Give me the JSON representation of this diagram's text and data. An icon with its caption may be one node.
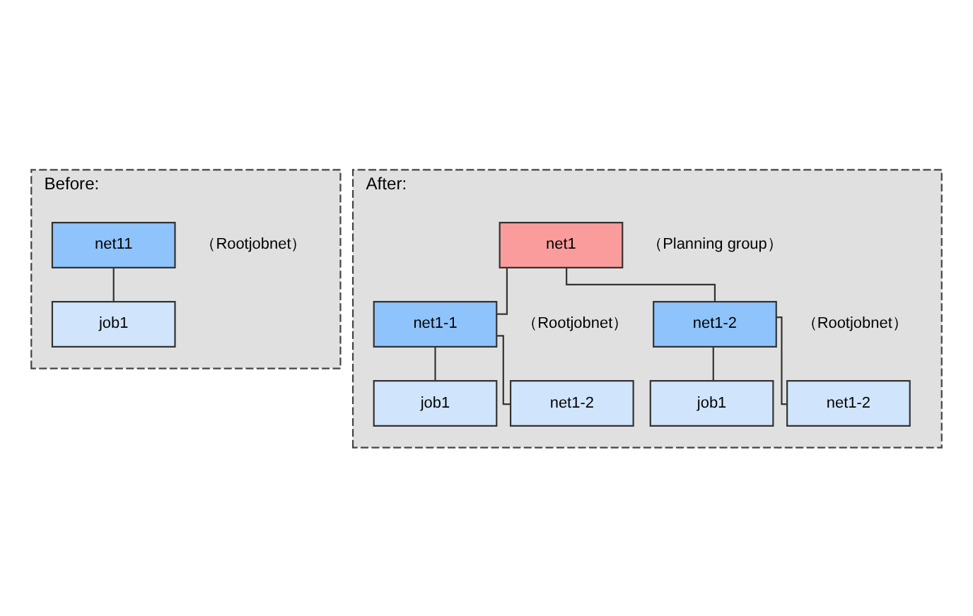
{
  "diagram": {
    "nodes": [
      {
        "text": [
          "Before:"
        ]
      },
      {
        "text": [
          "net11"
        ],
        "in": 0,
        "beside": [
          "（Rootjobnet）"
        ]
      },
      {
        "text": [
          "job1"
        ],
        "in": 0
      },
      {
        "text": [
          "After:"
        ]
      },
      {
        "text": [
          "net1"
        ],
        "in": 3,
        "beside": [
          "（Planning group）"
        ]
      },
      {
        "text": [
          "net1-1"
        ],
        "in": 3,
        "beside": [
          "（Rootjobnet）"
        ]
      },
      {
        "text": [
          "job1"
        ],
        "in": 3
      },
      {
        "text": [
          "net1-2"
        ],
        "in": 3
      },
      {
        "text": [
          "net1-2"
        ],
        "in": 3,
        "beside": [
          "（Rootjobnet）"
        ]
      },
      {
        "text": [
          "job1"
        ],
        "in": 3
      },
      {
        "text": [
          "net1-2"
        ],
        "in": 3
      }
    ],
    "edges": [
      {
        "from": 1,
        "to": 2,
        "arrow": "none"
      },
      {
        "from": 4,
        "to": 5,
        "arrow": "none"
      },
      {
        "from": 4,
        "to": 8,
        "arrow": "none"
      },
      {
        "from": 5,
        "to": 6,
        "arrow": "none"
      },
      {
        "from": 5,
        "to": 7,
        "arrow": "none"
      },
      {
        "from": 8,
        "to": 9,
        "arrow": "none"
      },
      {
        "from": 8,
        "to": 10,
        "arrow": "none"
      }
    ]
  }
}
